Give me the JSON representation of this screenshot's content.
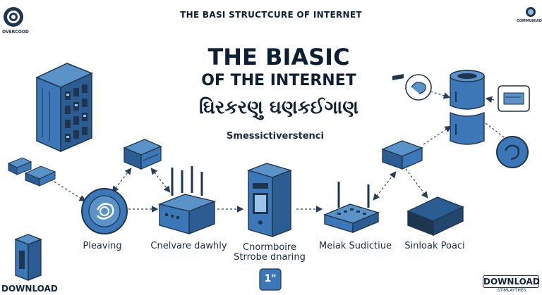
{
  "header": {
    "title": "THE BASI STRUCTCURE OF INTERNET",
    "logo_left_text": "OVERCOOD",
    "logo_right_text": "COMMUNIAD"
  },
  "headline": {
    "line1": "THE BIASIC",
    "line2": "OF THE INTERNET",
    "line3": "ઘિરકરણુ ઘણકઈગાણ",
    "subtitle": "Smessictiverstenci"
  },
  "nodes": [
    {
      "label": "Pleaving"
    },
    {
      "label": "Cnelvare dawhly"
    },
    {
      "label": "Cnormboire Strrobe dnaring"
    },
    {
      "label": "Meiak Sudictiue"
    },
    {
      "label": "Sinloak Poaci"
    }
  ],
  "footer": {
    "download_left": "DOWNLOAD",
    "badge": "1\"",
    "download_right": "DOWNLOAD",
    "download_right_sub": "STIMLAYTHES"
  },
  "colors": {
    "primary_blue": "#3c78b8",
    "dark_navy": "#1e3550",
    "mid_blue": "#5b93c9",
    "light_blue": "#9cc3e8"
  }
}
